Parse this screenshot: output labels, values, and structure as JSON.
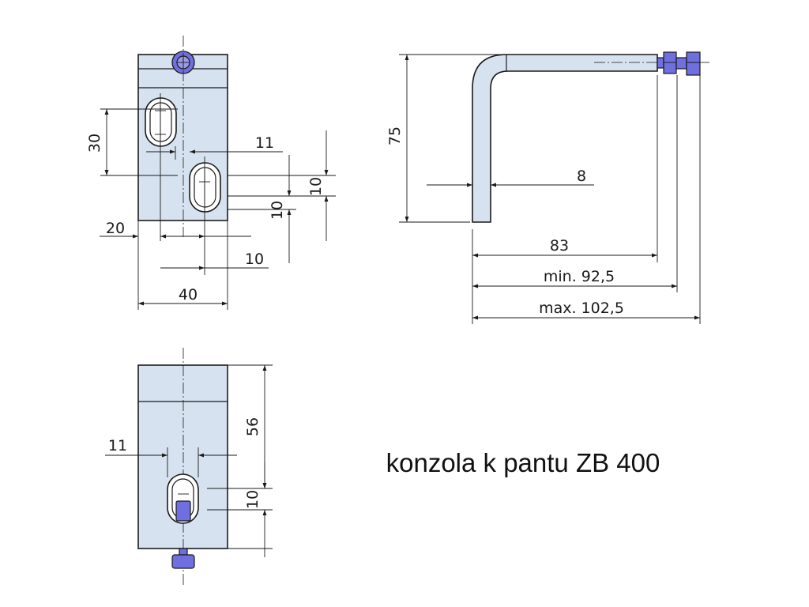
{
  "caption": "konzola k pantu ZB 400",
  "colors": {
    "part_fill": "#d7e2f1",
    "hardware_fill": "#6f6fe0",
    "line": "#1a1a1a"
  },
  "front_view": {
    "dims": {
      "slot_spacing_v": "30",
      "slot_width": "11",
      "offset_upper": "10",
      "offset_lower": "10",
      "left_offset": "20",
      "slot_center_spacing": "10",
      "width": "40"
    }
  },
  "side_view": {
    "dims": {
      "height": "75",
      "thickness": "8",
      "length": "83",
      "min_length": "min. 92,5",
      "max_length": "max. 102,5"
    }
  },
  "bottom_view": {
    "dims": {
      "slot_width": "11",
      "length": "56",
      "slot_offset": "10"
    }
  },
  "icons": [
    "screw-head-icon",
    "bolt-icon",
    "nut-icon"
  ]
}
